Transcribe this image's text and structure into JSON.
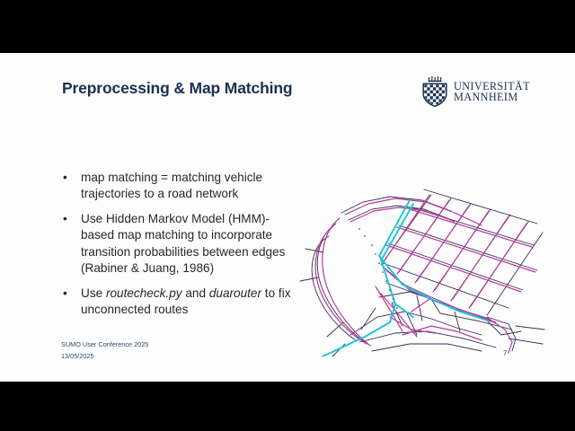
{
  "slide": {
    "title": "Preprocessing & Map Matching",
    "background_color": "#fdfdfd",
    "title_color": "#1b3051",
    "page_number": "7"
  },
  "logo": {
    "line1": "UNIVERSITÄT",
    "line2": "MANNHEIM",
    "crest_icon": "university-crest-shield-icon",
    "color": "#1b3051"
  },
  "bullets": [
    {
      "marker": "•",
      "parts": [
        {
          "text": "map matching = matching vehicle trajectories to a road network",
          "italic": false
        }
      ]
    },
    {
      "marker": "•",
      "parts": [
        {
          "text": "Use Hidden Markov Model (HMM)-based map matching to incorporate transition probabilities between edges (Rabiner & Juang, 1986)",
          "italic": false
        }
      ]
    },
    {
      "marker": "•",
      "parts": [
        {
          "text": "Use ",
          "italic": false
        },
        {
          "text": "routecheck.py",
          "italic": true
        },
        {
          "text": " and ",
          "italic": false
        },
        {
          "text": "duarouter",
          "italic": true
        },
        {
          "text": " to fix unconnected routes",
          "italic": false
        }
      ]
    }
  ],
  "footer": {
    "conference": "SUMO User Conference 2025",
    "date": "13/05/2025"
  },
  "map": {
    "name": "map-matching-road-network-figure",
    "colors": {
      "road_network": "#3a2f52",
      "matched_route_magenta": "#b83a9e",
      "gps_trajectory_cyan": "#19c6dc"
    },
    "description": "Road network graph with matched vehicle routes overlaid"
  }
}
